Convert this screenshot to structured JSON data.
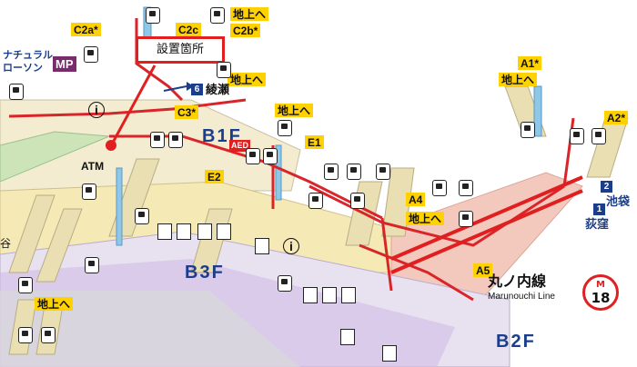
{
  "callout": {
    "label": "設置箇所"
  },
  "floors": {
    "b1f": "B1F",
    "b2f": "B2F",
    "b3f": "B3F"
  },
  "exits": {
    "c2a": "C2a*",
    "c2c": "C2c",
    "c2b": "C2b*",
    "c3": "C3*",
    "a1": "A1*",
    "a2": "A2*",
    "a4": "A4",
    "a5": "A5",
    "e1": "E1",
    "e2": "E2"
  },
  "signs": {
    "to_surface": "地上へ",
    "ayase": "綾瀬",
    "ayase_num": "6",
    "ikebukuro": "池袋",
    "ikebukuro_num": "2",
    "ogikubo": "荻窪",
    "ogikubo_num": "1"
  },
  "facilities": {
    "atm": "ATM",
    "mp": "MP",
    "aed": "AED",
    "info": "i",
    "natural_lawson": "ナチュラル\nローソン",
    "kanji_left": "谷"
  },
  "line": {
    "name": "丸ノ内線",
    "romaji": "Marunouchi Line",
    "badge_letter": "M",
    "badge_number": "18"
  },
  "colors": {
    "line_red": "#e02020",
    "route_red": "#d9252a",
    "sign_yellow": "#ffd100",
    "floor_blue": "#1a3e8c",
    "platform_beige": "#f5e9b6",
    "platform_pink": "#f4c9bd",
    "b3f_purple": "#cdb8e6",
    "escalator_blue": "#8fc7e8"
  }
}
